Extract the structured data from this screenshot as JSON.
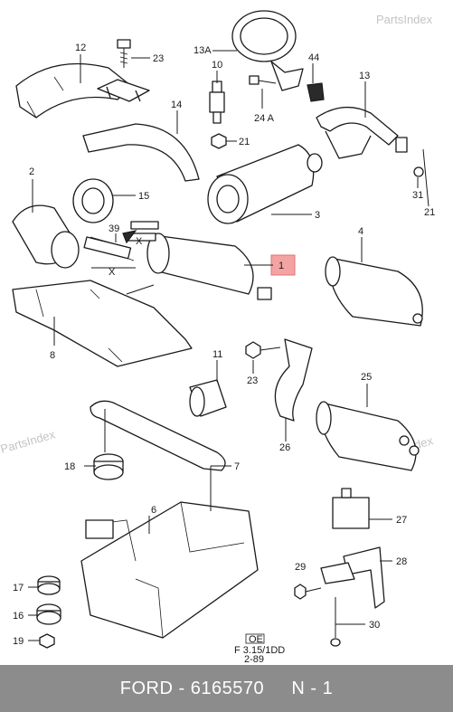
{
  "watermarks": [
    "PartsIndex",
    "PartsIndex",
    "PartsIndex"
  ],
  "callouts": {
    "c1": "1",
    "c2": "2",
    "c3": "3",
    "c4": "4",
    "c6": "6",
    "c7": "7",
    "c8": "8",
    "c10": "10",
    "c11": "11",
    "c12": "12",
    "c13": "13",
    "c13a": "13A",
    "c14": "14",
    "c15": "15",
    "c16": "16",
    "c17": "17",
    "c18": "18",
    "c19": "19",
    "c21a": "21",
    "c21b": "21",
    "c23a": "23",
    "c23b": "23",
    "c24a": "24 A",
    "c25": "25",
    "c26": "26",
    "c27": "27",
    "c28": "28",
    "c29": "29",
    "c30": "30",
    "c31": "31",
    "c39": "39",
    "c44": "44",
    "x1": "X",
    "x2": "X"
  },
  "stamp": {
    "code": "OE",
    "ref": "F 3.15/1DD",
    "date": "2-89"
  },
  "highlight_color": "#f3a3a3",
  "footer": {
    "text": "FORD - 6165570     N - 1"
  }
}
